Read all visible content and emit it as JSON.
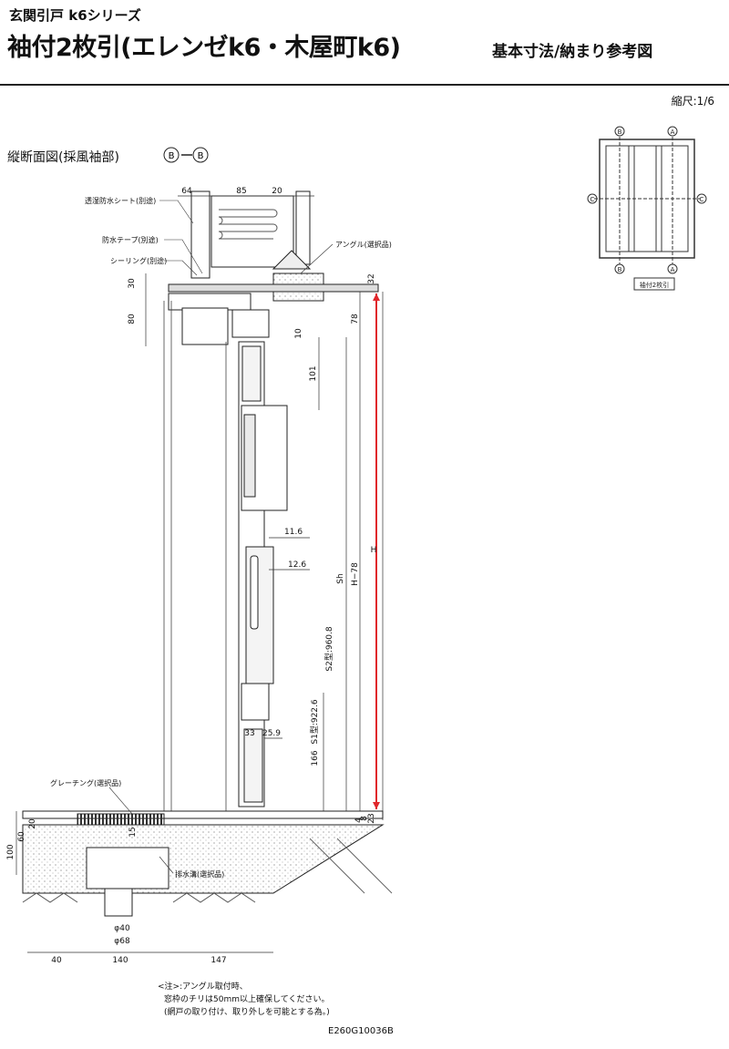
{
  "header": {
    "series": "玄関引戸 k6シリーズ",
    "title": "袖付2枚引(エレンゼk6・木屋町k6)",
    "subtitle": "基本寸法/納まり参考図"
  },
  "scale": "縮尺:1/6",
  "section_title": "縦断面図(採風袖部)",
  "section_marks": [
    "B",
    "B"
  ],
  "key_plan": {
    "marks": {
      "top_left": "B",
      "top_right": "A",
      "left": "C",
      "right": "C",
      "bottom_left": "B",
      "bottom_right": "A"
    },
    "caption": "袖付2枚引"
  },
  "callouts": {
    "vapor_sheet": "透湿防水シート(別途)",
    "waterproof_tape": "防水テープ(別途)",
    "sealing": "シーリング(別途)",
    "angle": "アングル(選択品)",
    "grating": "グレーチング(選択品)",
    "drain": "排水溝(選択品)"
  },
  "dims": {
    "top": [
      "64",
      "85",
      "20"
    ],
    "left": [
      "30",
      "80"
    ],
    "right_top": [
      "32",
      "78",
      "10"
    ],
    "mid": [
      "101",
      "11.6",
      "12.6"
    ],
    "vertical": [
      "H",
      "H−78",
      "Sh",
      "S2型:960.8",
      "S1型:922.6",
      "166"
    ],
    "low": [
      "33",
      "25.9"
    ],
    "bottom_right": [
      "4",
      "8",
      "23"
    ],
    "left_low": [
      "20",
      "60",
      "100",
      "15"
    ],
    "bottom": [
      "40",
      "140",
      "147"
    ],
    "drain_dia": [
      "φ40",
      "φ68"
    ]
  },
  "notes": [
    "<注>:アングル取付時、",
    "窓枠のチリは50mm以上確保してください。",
    "(網戸の取り付け、取り外しを可能とする為。)"
  ],
  "drawing_code": "E260G10036B",
  "colors": {
    "line": "#222222",
    "red_dim": "#e0262b",
    "hatch": "#888888"
  }
}
